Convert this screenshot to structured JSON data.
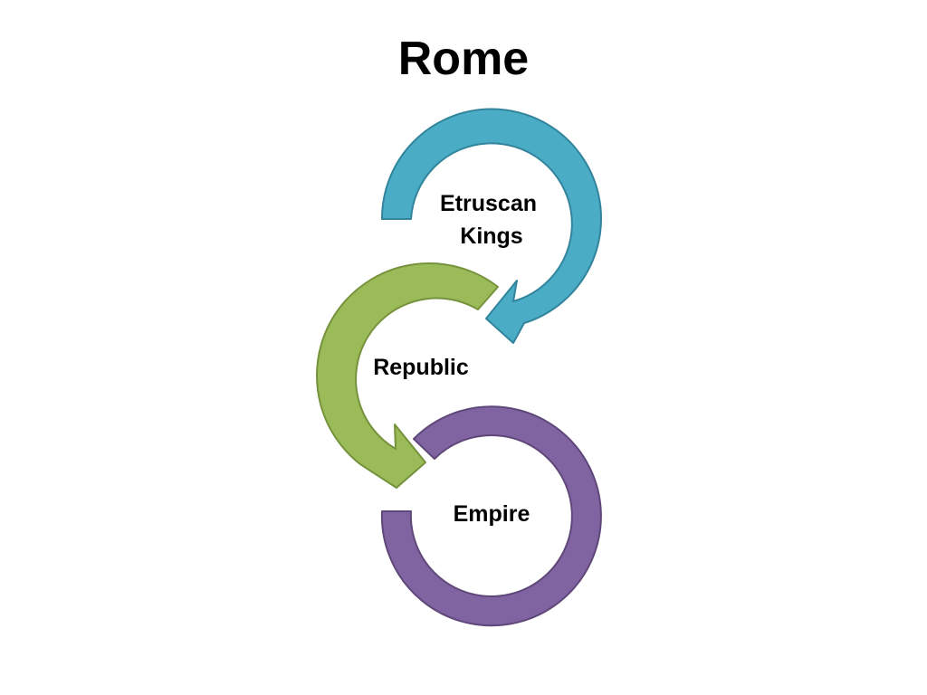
{
  "title": "Rome",
  "stages": [
    {
      "label_lines": [
        "Etruscan",
        "Kings"
      ],
      "fill": "#4bacc6",
      "stroke": "#31849b"
    },
    {
      "label_lines": [
        "Republic"
      ],
      "fill": "#9bbb59",
      "stroke": "#76923c"
    },
    {
      "label_lines": [
        "Empire"
      ],
      "fill": "#8064a2",
      "stroke": "#5f4879"
    }
  ]
}
